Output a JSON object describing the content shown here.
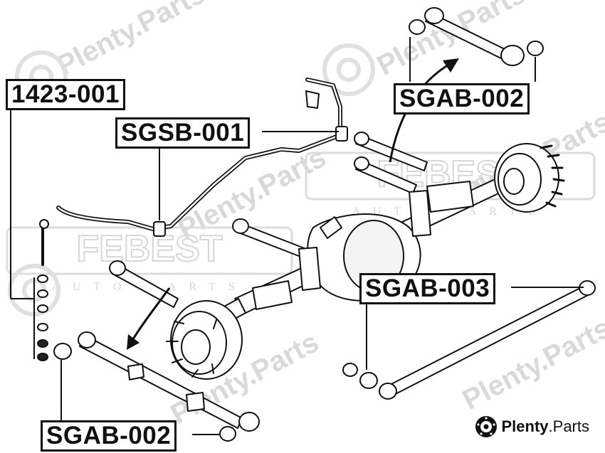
{
  "labels": {
    "kit_1423": "1423-001",
    "sgsb": "SGSB-001",
    "sgab_upper": "SGAB-002",
    "sgab_mid": "SGAB-003",
    "sgab_lower": "SGAB-002"
  },
  "watermark": {
    "plenty_parts": "Plenty.Parts",
    "febest": "FEBEST",
    "auto_parts": "AUTO PARTS"
  },
  "brand": {
    "name": "Plenty",
    "dot": ".",
    "suffix": "Parts"
  },
  "colors": {
    "ink": "#111111",
    "watermark": "#d9d9d9",
    "background": "#ffffff"
  }
}
